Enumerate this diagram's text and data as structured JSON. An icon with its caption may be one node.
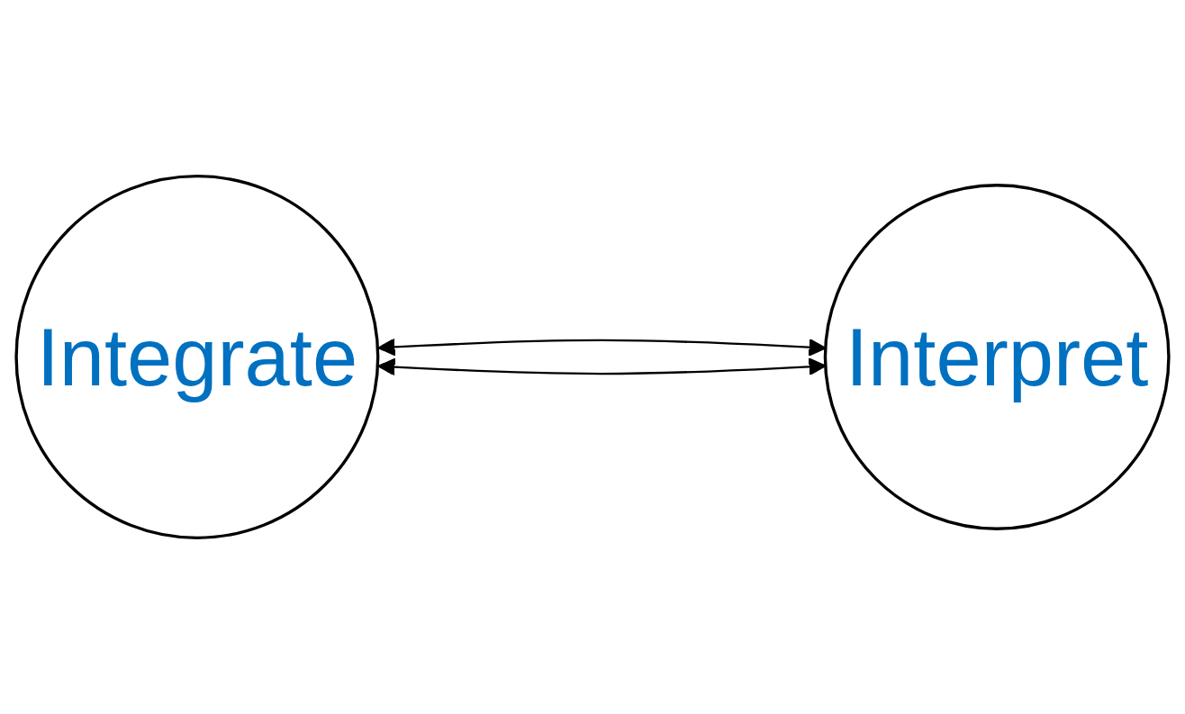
{
  "diagram": {
    "nodes": [
      {
        "text": [
          "Integrate"
        ]
      },
      {
        "text": [
          "Interpret"
        ]
      }
    ],
    "edges": [
      {
        "from": 0,
        "to": 1,
        "arrow": "both"
      },
      {
        "from": 0,
        "to": 1,
        "arrow": "both"
      }
    ]
  }
}
